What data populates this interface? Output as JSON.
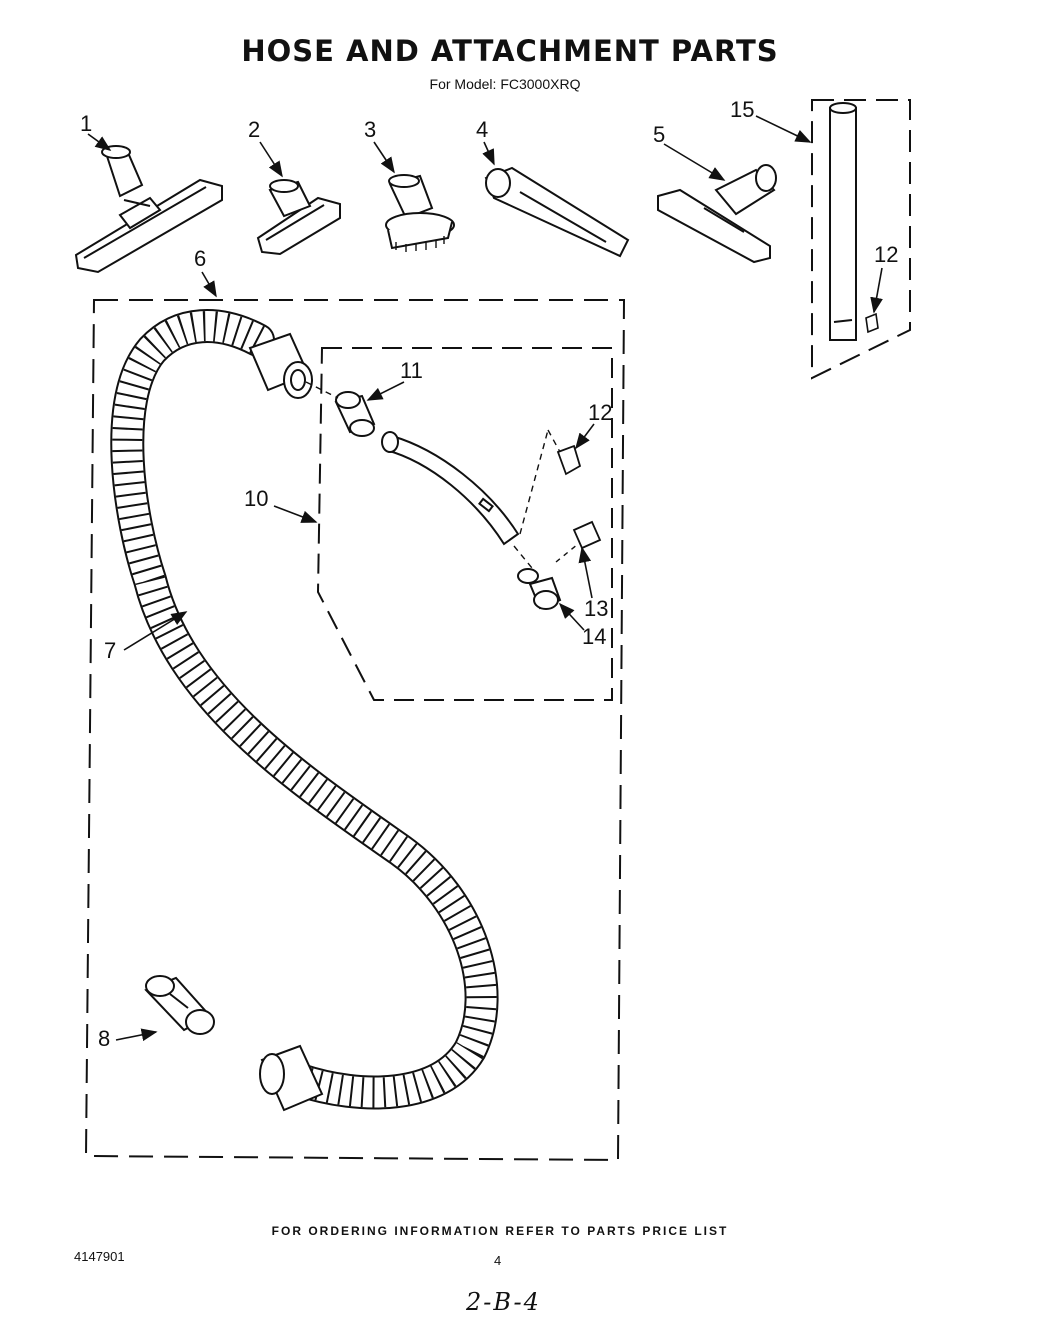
{
  "title": "HOSE AND ATTACHMENT PARTS",
  "subtitle": "For Model: FC3000XRQ",
  "callouts": {
    "c1": "1",
    "c2": "2",
    "c3": "3",
    "c4": "4",
    "c5": "5",
    "c6": "6",
    "c7": "7",
    "c8": "8",
    "c10": "10",
    "c11": "11",
    "c12a": "12",
    "c12b": "12",
    "c13": "13",
    "c14": "14",
    "c15": "15"
  },
  "footer": "FOR ORDERING INFORMATION REFER TO PARTS PRICE LIST",
  "doc_number": "4147901",
  "page_number": "4",
  "handwritten_note": "2-B-4"
}
